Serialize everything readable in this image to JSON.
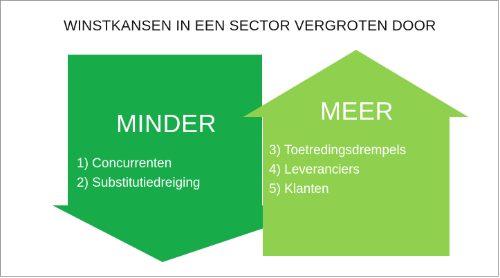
{
  "title": "WINSTKANSEN IN EEN SECTOR VERGROTEN DOOR",
  "minder": {
    "heading": "MINDER",
    "color": "#18ab49",
    "items": [
      "1) Concurrenten",
      "2) Substitutiedreiging"
    ]
  },
  "meer": {
    "heading": "MEER",
    "color": "#8fd14f",
    "items": [
      "3) Toetredingsdrempels",
      "4) Leveranciers",
      "5) Klanten"
    ]
  },
  "colors": {
    "frame_border": "#8a8a8a",
    "text_on_shapes": "#ffffff"
  }
}
